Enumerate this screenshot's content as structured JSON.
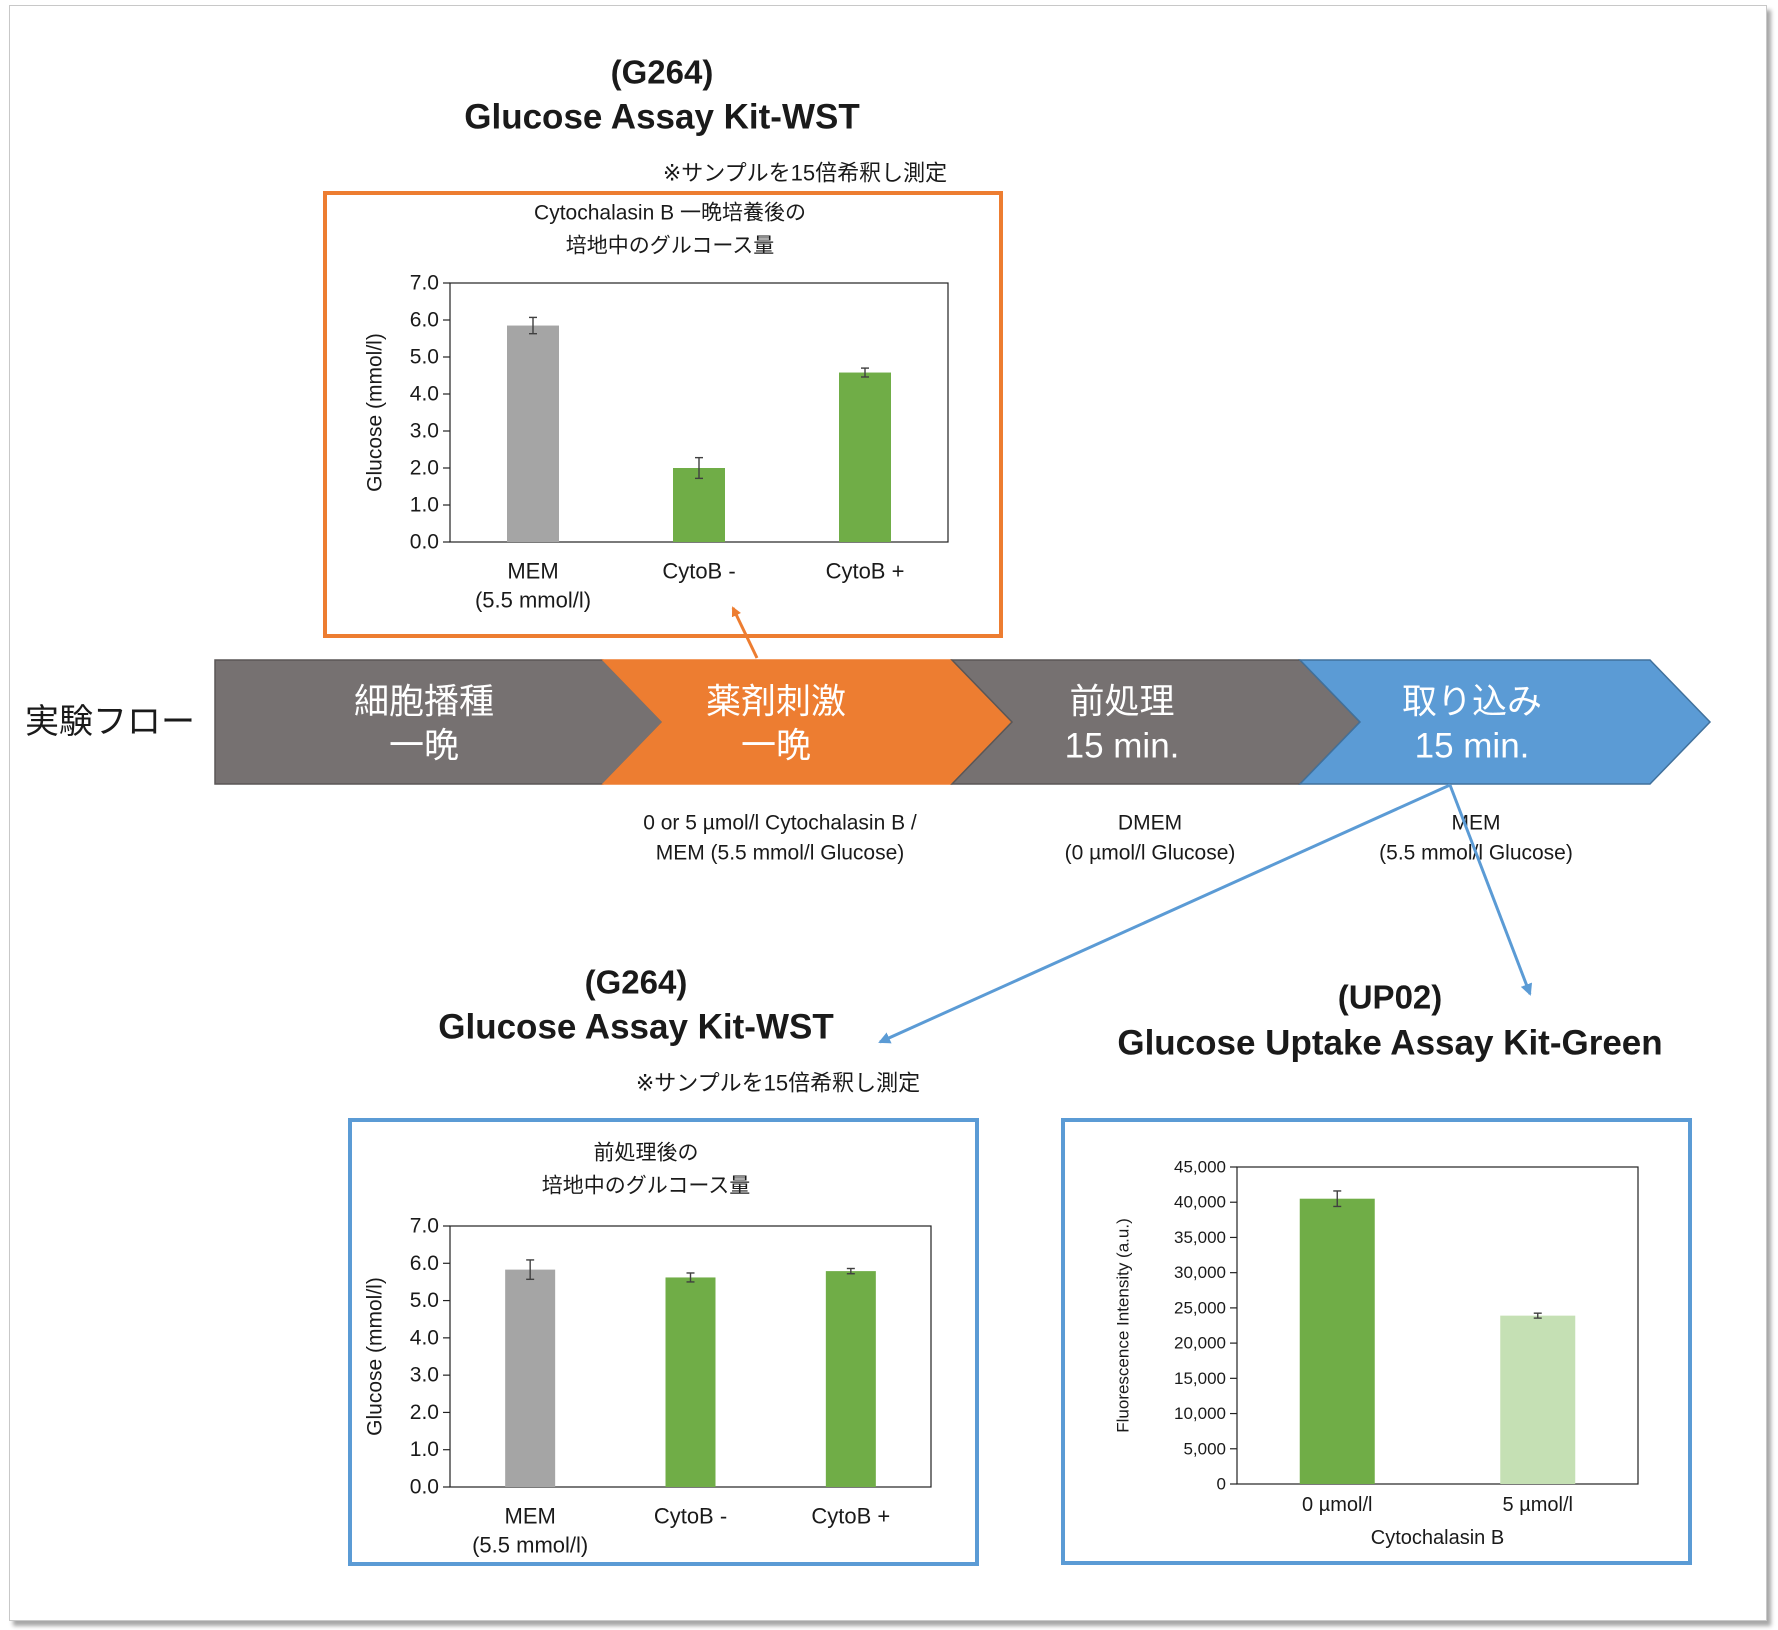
{
  "flow": {
    "label": "実験フロー",
    "steps": [
      {
        "line1": "細胞播種",
        "line2": "一晩",
        "color": "#767171"
      },
      {
        "line1": "薬剤刺激",
        "line2": "一晩",
        "color": "#ED7D31"
      },
      {
        "line1": "前処理",
        "line2": "15 min.",
        "color": "#767171"
      },
      {
        "line1": "取り込み",
        "line2": "15 min.",
        "color": "#5B9BD5"
      }
    ],
    "notes": [
      {
        "line1": "0 or 5 µmol/l Cytochalasin B /",
        "line2": "MEM (5.5 mmol/l Glucose)"
      },
      {
        "line1": "DMEM",
        "line2": "(0 µmol/l Glucose)"
      },
      {
        "line1": "MEM",
        "line2": "(5.5 mmol/l Glucose)"
      }
    ]
  },
  "panel_top": {
    "code": "(G264)",
    "kit": "Glucose Assay Kit-WST",
    "note": "※サンプルを15倍希釈し測定",
    "border_color": "#ED7D31"
  },
  "panel_bottom_left": {
    "code": "(G264)",
    "kit": "Glucose Assay Kit-WST",
    "note": "※サンプルを15倍希釈し測定",
    "border_color": "#5B9BD5"
  },
  "panel_bottom_right": {
    "code": "(UP02)",
    "kit": "Glucose Uptake Assay Kit-Green",
    "border_color": "#5B9BD5"
  },
  "colors": {
    "gray_bar": "#A5A5A5",
    "green_bar": "#70AD47",
    "light_green_bar": "#C5E0B4",
    "error_bar": "#404040"
  },
  "chart_data": [
    {
      "type": "bar",
      "title": "Cytochalasin B 一晩培養後の\n培地中のグルコース量",
      "xlabel": "",
      "ylabel": "Glucose (mmol/l)",
      "ylim": [
        0,
        7
      ],
      "yticks": [
        "0.0",
        "1.0",
        "2.0",
        "3.0",
        "4.0",
        "5.0",
        "6.0",
        "7.0"
      ],
      "categories": [
        "MEM\n(5.5 mmol/l)",
        "CytoB -",
        "CytoB +"
      ],
      "values": [
        5.85,
        2.0,
        4.58
      ],
      "errors": [
        0.22,
        0.28,
        0.12
      ],
      "bar_colors": [
        "#A5A5A5",
        "#70AD47",
        "#70AD47"
      ]
    },
    {
      "type": "bar",
      "title": "前処理後の\n培地中のグルコース量",
      "xlabel": "",
      "ylabel": "Glucose (mmol/l)",
      "ylim": [
        0,
        7
      ],
      "yticks": [
        "0.0",
        "1.0",
        "2.0",
        "3.0",
        "4.0",
        "5.0",
        "6.0",
        "7.0"
      ],
      "categories": [
        "MEM\n(5.5 mmol/l)",
        "CytoB -",
        "CytoB +"
      ],
      "values": [
        5.83,
        5.62,
        5.79
      ],
      "errors": [
        0.26,
        0.12,
        0.07
      ],
      "bar_colors": [
        "#A5A5A5",
        "#70AD47",
        "#70AD47"
      ]
    },
    {
      "type": "bar",
      "title": "",
      "xlabel": "Cytochalasin B",
      "ylabel": "Fluorescence Intensity (a.u.)",
      "ylim": [
        0,
        45000
      ],
      "yticks": [
        "0",
        "5,000",
        "10,000",
        "15,000",
        "20,000",
        "25,000",
        "30,000",
        "35,000",
        "40,000",
        "45,000"
      ],
      "categories": [
        "0 µmol/l",
        "5 µmol/l"
      ],
      "values": [
        40500,
        23900
      ],
      "errors": [
        1100,
        350
      ],
      "bar_colors": [
        "#70AD47",
        "#C5E0B4"
      ]
    }
  ]
}
